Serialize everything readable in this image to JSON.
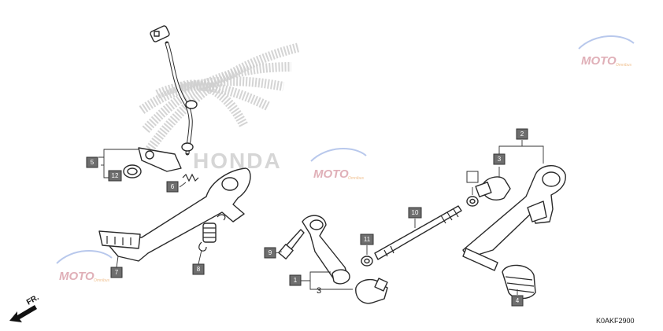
{
  "diagram_code": "K0AKF2900",
  "direction_label": "FR.",
  "plain_callout": "3",
  "callouts": {
    "c1": "1",
    "c2": "2",
    "c3": "3",
    "c4": "4",
    "c5": "5",
    "c6": "6",
    "c7": "7",
    "c8": "8",
    "c9": "9",
    "c10": "10",
    "c11": "11",
    "c12": "12",
    "blank": ""
  },
  "watermark": {
    "text": "MOTO",
    "sub": "Omnibus"
  },
  "brand_logo_text": "HONDA"
}
